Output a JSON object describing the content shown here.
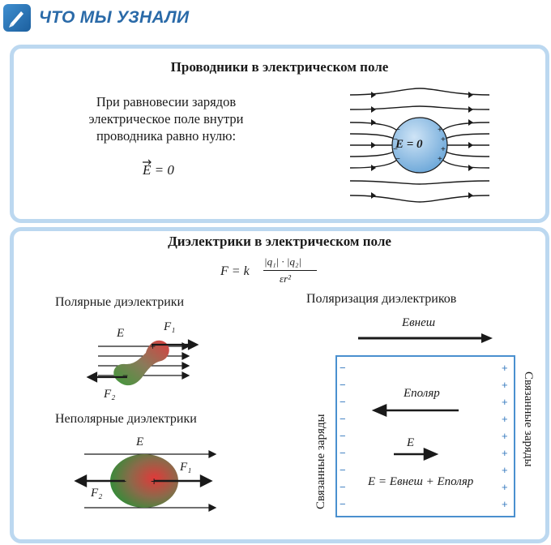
{
  "header": {
    "title": "ЧТО МЫ УЗНАЛИ"
  },
  "conductors": {
    "title": "Проводники в электрическом поле",
    "text_line1": "При равновесии зарядов",
    "text_line2": "электрическое поле внутри",
    "text_line3": "проводника равно нулю:",
    "formula": "E = 0",
    "inner_label": "E = 0"
  },
  "dielectrics": {
    "title": "Диэлектрики в электрическом поле",
    "coulomb_F": "F = k",
    "coulomb_num": "|q₁| · |q₂|",
    "coulomb_den": "εr²",
    "polar_title": "Полярные диэлектрики",
    "nonpolar_title": "Неполярные диэлектрики",
    "polarization_title": "Поляризация диэлектриков",
    "E": "E",
    "F1": "F₁",
    "F2": "F₂",
    "E_ext": "Eвнеш",
    "E_pol": "Eполяр",
    "sum_formula": "E = Eвнеш + Eполяр",
    "bound_charges": "Связанные заряды",
    "plus": "+",
    "minus": "−"
  },
  "colors": {
    "accent": "#2a6aa8",
    "panel_border": "#bcd8f0",
    "plate": "#4a90cf"
  }
}
